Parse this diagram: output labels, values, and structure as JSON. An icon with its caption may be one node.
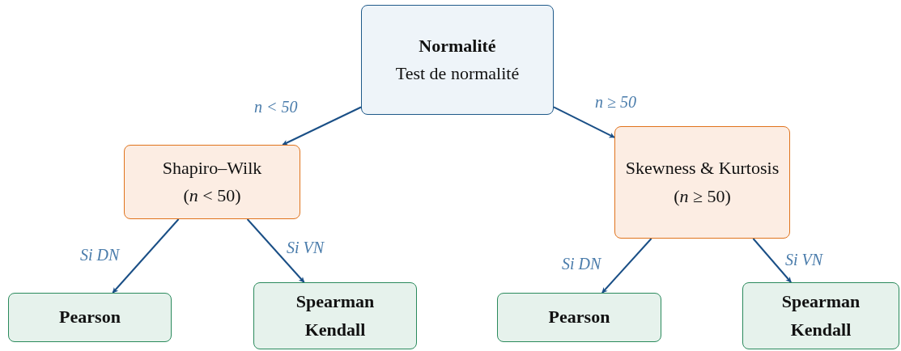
{
  "diagram": {
    "nodes": [
      {
        "text": [
          "Normalité",
          "Test de normalité"
        ]
      },
      {
        "text": [
          "Shapiro–Wilk",
          "(*n* < 50)"
        ]
      },
      {
        "text": [
          "Skewness & Kurtosis",
          "(*n* ≥ 50)"
        ]
      },
      {
        "text": [
          "Pearson"
        ]
      },
      {
        "text": [
          "Spearman Kendall"
        ]
      },
      {
        "text": [
          "Pearson"
        ]
      },
      {
        "text": [
          "Spearman Kendall"
        ]
      }
    ],
    "edges": [
      {
        "from": 0,
        "to": 1,
        "arrow": "to",
        "label": "*n* < 50"
      },
      {
        "from": 0,
        "to": 2,
        "arrow": "to",
        "label": "*n* ≥ 50"
      },
      {
        "from": 1,
        "to": 3,
        "arrow": "to",
        "label": "Si DN"
      },
      {
        "from": 1,
        "to": 4,
        "arrow": "to",
        "label": "Si VN"
      },
      {
        "from": 2,
        "to": 5,
        "arrow": "to",
        "label": "Si DN"
      },
      {
        "from": 2,
        "to": 6,
        "arrow": "to",
        "label": "Si VN"
      }
    ]
  }
}
